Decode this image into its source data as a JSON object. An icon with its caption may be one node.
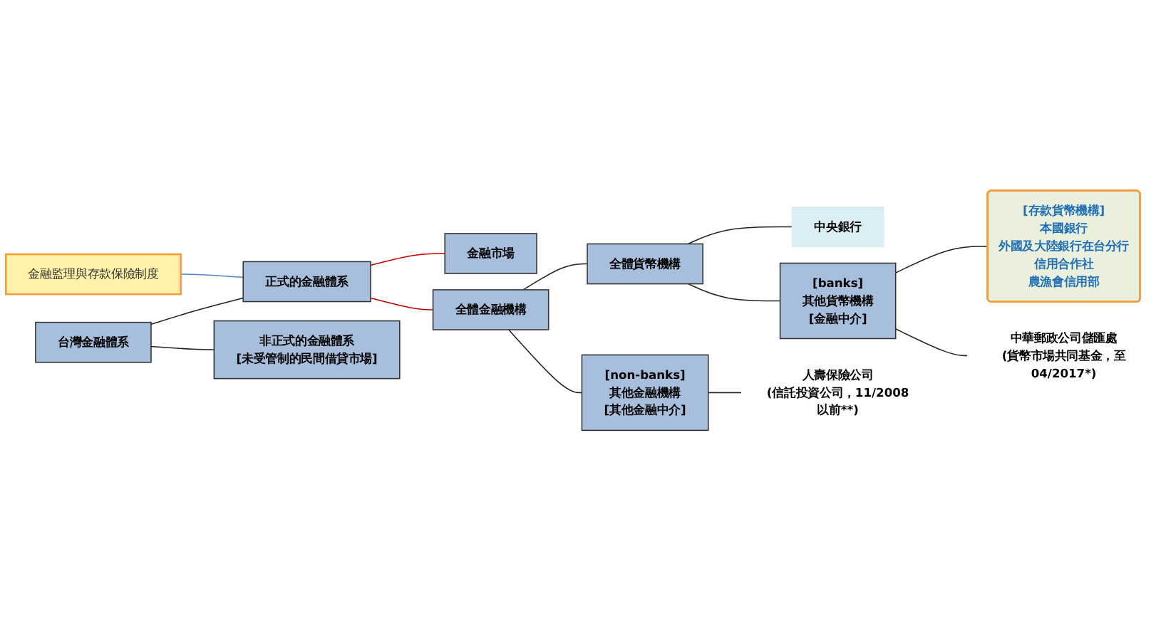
{
  "diagram": {
    "nodes": [
      {
        "text": [
          "台灣金融體系"
        ]
      },
      {
        "text": [
          "金融監理與存款保險制度"
        ]
      },
      {
        "text": [
          "正式的金融體系"
        ]
      },
      {
        "text": [
          "非正式的金融體系",
          "[未受管制的民間借貸市場]"
        ]
      },
      {
        "text": [
          "金融市場"
        ]
      },
      {
        "text": [
          "全體金融機構"
        ]
      },
      {
        "text": [
          "全體貨幣機構"
        ]
      },
      {
        "text": [
          "[non-banks]",
          "其他金融機構",
          "[其他金融中介]"
        ]
      },
      {
        "text": [
          "中央銀行"
        ]
      },
      {
        "text": [
          "[banks]",
          "其他貨幣機構",
          "[金融中介]"
        ]
      },
      {
        "text": [
          "[存款貨幣機構]",
          "本國銀行",
          "外國及大陸銀行在台分行",
          "信用合作社",
          "農漁會信用部"
        ]
      },
      {
        "text": [
          "中華郵政公司儲匯處",
          "(貨幣市場共同基金，至04/2017*)"
        ]
      },
      {
        "text": [
          "人壽保險公司",
          "(信託投資公司，11/2008以前**)"
        ]
      }
    ],
    "edges": [
      {
        "from": 0,
        "to": 2,
        "arrow": "none"
      },
      {
        "from": 0,
        "to": 3,
        "arrow": "none"
      },
      {
        "from": 1,
        "to": 2,
        "arrow": "none",
        "color": "#4a86c8"
      },
      {
        "from": 2,
        "to": 4,
        "arrow": "none",
        "color": "#c00000"
      },
      {
        "from": 2,
        "to": 5,
        "arrow": "none",
        "color": "#c00000"
      },
      {
        "from": 5,
        "to": 6,
        "arrow": "none"
      },
      {
        "from": 5,
        "to": 7,
        "arrow": "none"
      },
      {
        "from": 6,
        "to": 8,
        "arrow": "none"
      },
      {
        "from": 6,
        "to": 9,
        "arrow": "none"
      },
      {
        "from": 9,
        "to": 10,
        "arrow": "none"
      },
      {
        "from": 9,
        "to": 11,
        "arrow": "none"
      },
      {
        "from": 7,
        "to": 12,
        "arrow": "none"
      }
    ]
  }
}
